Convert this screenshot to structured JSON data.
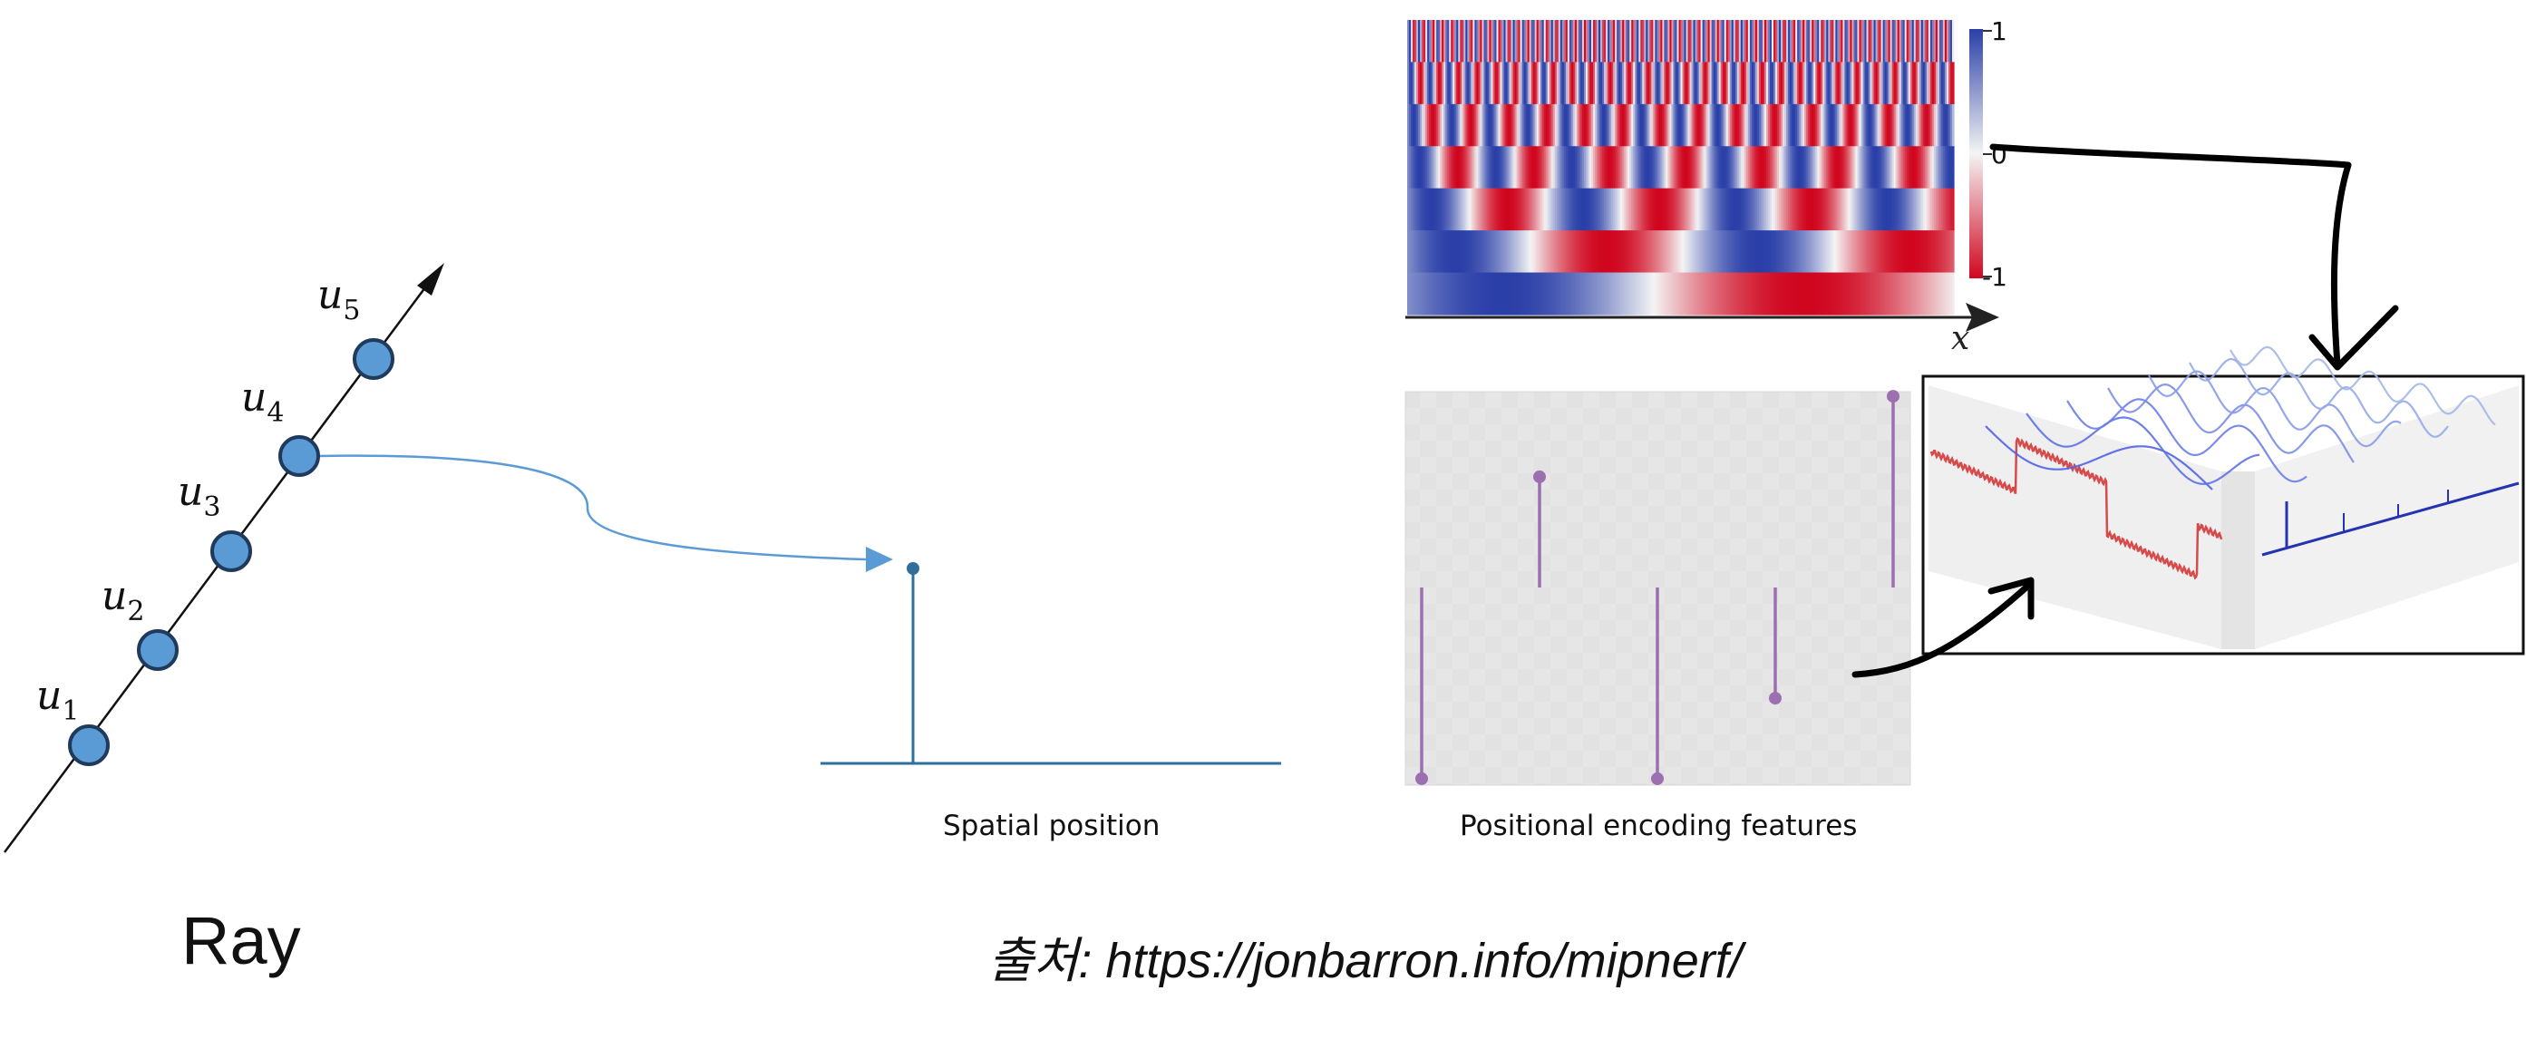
{
  "ray": {
    "title": "Ray",
    "samples": [
      {
        "label": "u",
        "sub": "1"
      },
      {
        "label": "u",
        "sub": "2"
      },
      {
        "label": "u",
        "sub": "3"
      },
      {
        "label": "u",
        "sub": "4"
      },
      {
        "label": "u",
        "sub": "5"
      }
    ]
  },
  "captions": {
    "spatial_position": "Spatial position",
    "positional_encoding": "Positional encoding features"
  },
  "source": "출처: https://jonbarron.info/mipnerf/",
  "heatmap": {
    "colorbar_ticks": [
      "1",
      "0",
      "-1"
    ],
    "axis_label": "x",
    "colors": {
      "positive": "#2a3fa8",
      "zero": "#f4f4f4",
      "negative": "#d0061f"
    }
  },
  "encoding_features": {
    "values": [
      -0.95,
      0.55,
      -0.95,
      -0.55,
      0.95
    ],
    "color": "#9b6fb0"
  },
  "colors": {
    "node_fill": "#5b9bd5",
    "node_stroke": "#1f3a5c",
    "arrow_blue": "#5b9bd5",
    "stem": "#2e6f9e",
    "pen": "#000000"
  }
}
